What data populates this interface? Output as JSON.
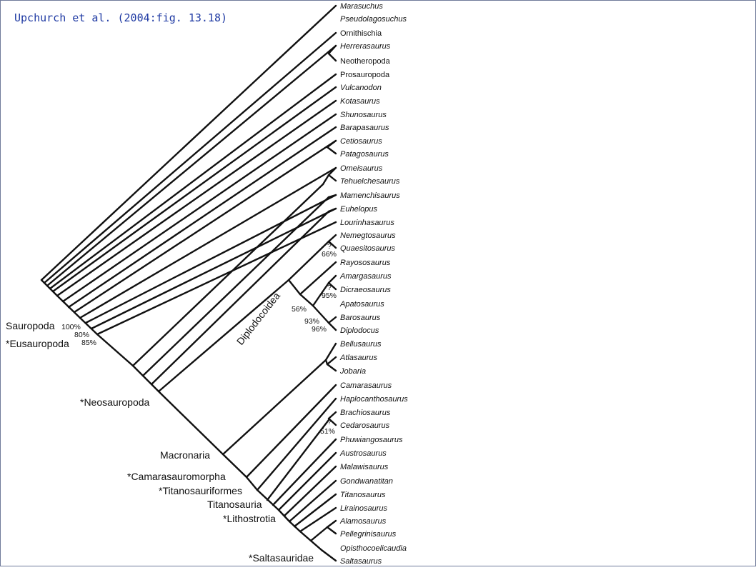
{
  "caption": {
    "author": "Upchurch et al.",
    "citation": "(2004:fig. 13.18)"
  },
  "taxa": [
    {
      "name": "Marasuchus",
      "italic": true
    },
    {
      "name": "Pseudolagosuchus",
      "italic": true
    },
    {
      "name": "Ornithischia",
      "italic": false
    },
    {
      "name": "Herrerasaurus",
      "italic": true
    },
    {
      "name": "Neotheropoda",
      "italic": false
    },
    {
      "name": "Prosauropoda",
      "italic": false
    },
    {
      "name": "Vulcanodon",
      "italic": true
    },
    {
      "name": "Kotasaurus",
      "italic": true
    },
    {
      "name": "Shunosaurus",
      "italic": true
    },
    {
      "name": "Barapasaurus",
      "italic": true
    },
    {
      "name": "Cetiosaurus",
      "italic": true
    },
    {
      "name": "Patagosaurus",
      "italic": true
    },
    {
      "name": "Omeisaurus",
      "italic": true
    },
    {
      "name": "Tehuelchesaurus",
      "italic": true
    },
    {
      "name": "Mamenchisaurus",
      "italic": true
    },
    {
      "name": "Euhelopus",
      "italic": true
    },
    {
      "name": "Lourinhasaurus",
      "italic": true
    },
    {
      "name": "Nemegtosaurus",
      "italic": true
    },
    {
      "name": "Quaesitosaurus",
      "italic": true
    },
    {
      "name": "Rayososaurus",
      "italic": true
    },
    {
      "name": "Amargasaurus",
      "italic": true
    },
    {
      "name": "Dicraeosaurus",
      "italic": true
    },
    {
      "name": "Apatosaurus",
      "italic": true
    },
    {
      "name": "Barosaurus",
      "italic": true
    },
    {
      "name": "Diplodocus",
      "italic": true
    },
    {
      "name": "Bellusaurus",
      "italic": true
    },
    {
      "name": "Atlasaurus",
      "italic": true
    },
    {
      "name": "Jobaria",
      "italic": true
    },
    {
      "name": "Camarasaurus",
      "italic": true
    },
    {
      "name": "Haplocanthosaurus",
      "italic": true
    },
    {
      "name": "Brachiosaurus",
      "italic": true
    },
    {
      "name": "Cedarosaurus",
      "italic": true
    },
    {
      "name": "Phuwiangosaurus",
      "italic": true
    },
    {
      "name": "Austrosaurus",
      "italic": true
    },
    {
      "name": "Malawisaurus",
      "italic": true
    },
    {
      "name": "Gondwanatitan",
      "italic": true
    },
    {
      "name": "Titanosaurus",
      "italic": true
    },
    {
      "name": "Lirainosaurus",
      "italic": true
    },
    {
      "name": "Alamosaurus",
      "italic": true
    },
    {
      "name": "Pellegrinisaurus",
      "italic": true
    },
    {
      "name": "Opisthocoelicaudia",
      "italic": true
    },
    {
      "name": "Saltasaurus",
      "italic": true
    }
  ],
  "clades": [
    {
      "id": "sauropoda",
      "label": "Sauropoda"
    },
    {
      "id": "eusauropoda",
      "label": "*Eusauropoda"
    },
    {
      "id": "neosauropoda",
      "label": "*Neosauropoda"
    },
    {
      "id": "macronaria",
      "label": "Macronaria"
    },
    {
      "id": "camarasauromorpha",
      "label": "*Camarasauromorpha"
    },
    {
      "id": "titanosauriformes",
      "label": "*Titanosauriformes"
    },
    {
      "id": "titanosauria",
      "label": "Titanosauria"
    },
    {
      "id": "lithostrotia",
      "label": "*Lithostrotia"
    },
    {
      "id": "saltasauridae",
      "label": "*Saltasauridae"
    },
    {
      "id": "diplodocoidea",
      "label": "Diplodocoidea"
    }
  ],
  "support": [
    {
      "id": "s100",
      "label": "100%"
    },
    {
      "id": "s80",
      "label": "80%"
    },
    {
      "id": "s85",
      "label": "85%"
    },
    {
      "id": "s66",
      "label": "66%"
    },
    {
      "id": "s95",
      "label": "95%"
    },
    {
      "id": "s56",
      "label": "56%"
    },
    {
      "id": "s93",
      "label": "93%"
    },
    {
      "id": "s96",
      "label": "96%"
    },
    {
      "id": "s51",
      "label": "51%"
    }
  ],
  "uncertain_marks": [
    {
      "id": "q66",
      "label": "?"
    },
    {
      "id": "q95",
      "label": "?"
    },
    {
      "id": "q51",
      "label": "?"
    }
  ]
}
